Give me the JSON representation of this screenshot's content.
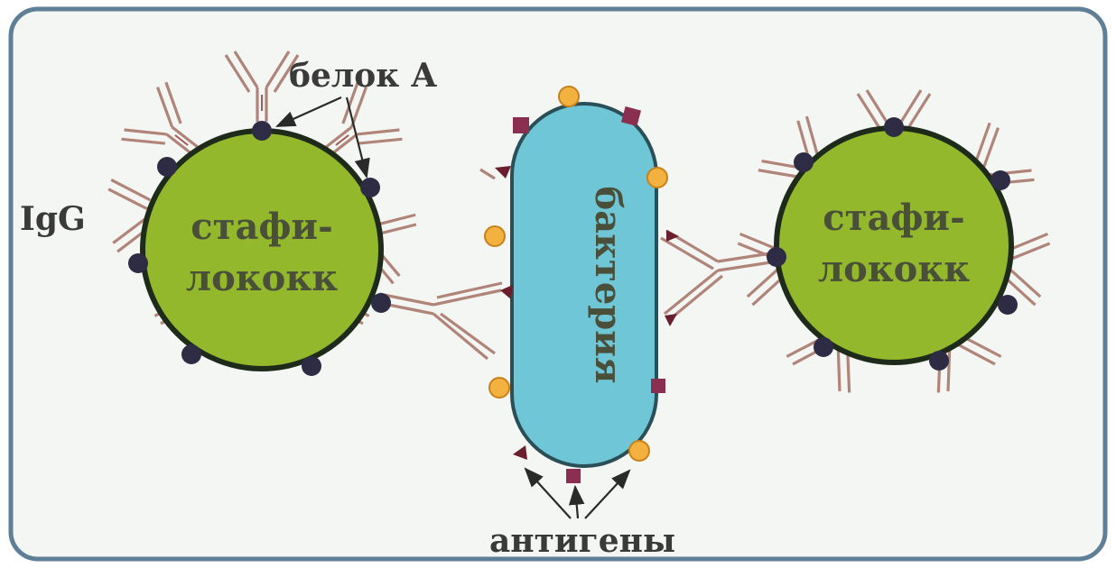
{
  "labels": {
    "protein_a": "белок А",
    "igg": "IgG",
    "antigens": "антигены",
    "bacterium": "бактерия",
    "staph_left_line1": "стафи-",
    "staph_left_line2": "лококк",
    "staph_right_line1": "стафи-",
    "staph_right_line2": "лококк"
  },
  "colors": {
    "panel_bg": "#f4f6f3",
    "panel_border": "#5e7f95",
    "staph_fill": "#93b82c",
    "bacterium_fill": "#6ec6d6",
    "antibody": "#b08479",
    "protein_a_dot": "#2e2c45",
    "antigen_circle": "#f3b13f",
    "antigen_square": "#8a2f4f"
  }
}
